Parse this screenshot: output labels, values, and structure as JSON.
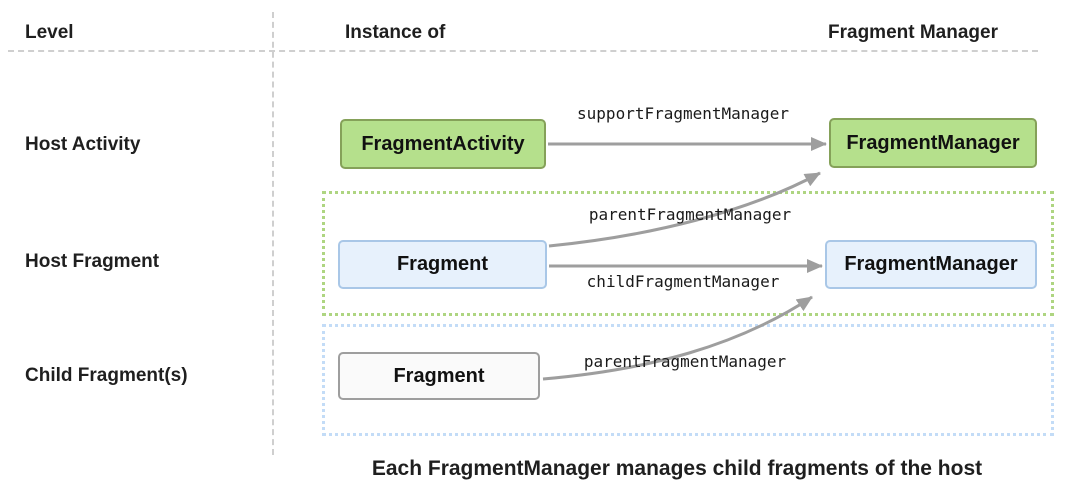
{
  "header": {
    "level": "Level",
    "instance_of": "Instance of",
    "fragment_manager": "Fragment Manager"
  },
  "rows": {
    "host_activity": {
      "label": "Host Activity",
      "instance": "FragmentActivity",
      "manager": "FragmentManager"
    },
    "host_fragment": {
      "label": "Host Fragment",
      "instance": "Fragment",
      "manager": "FragmentManager"
    },
    "child_fragment": {
      "label": "Child Fragment(s)",
      "instance": "Fragment"
    }
  },
  "arrow_labels": {
    "support": "supportFragmentManager",
    "parent_from_host_fragment": "parentFragmentManager",
    "child": "childFragmentManager",
    "parent_from_child_fragment": "parentFragmentManager"
  },
  "caption": "Each FragmentManager manages child fragments of the host",
  "colors": {
    "green_fill": "#b5e08c",
    "green_border": "#85a159",
    "blue_fill": "#e7f1fc",
    "blue_border": "#a9c7e7",
    "neutral_fill": "#fafafa",
    "neutral_border": "#9e9e9e",
    "arrow": "#9e9e9e",
    "green_outline": "#aed581",
    "blue_outline": "#c3dcf7"
  }
}
